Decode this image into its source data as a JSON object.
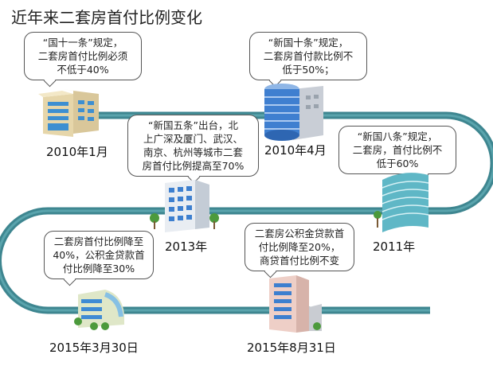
{
  "title": "近年来二套房首付比例变化",
  "events": [
    {
      "date": "2010年1月",
      "text": [
        "“国十一条”规定，",
        "二套房首付比例必须",
        "不低于40%"
      ]
    },
    {
      "date": "2010年4月",
      "text": [
        "“新国十条”规定，",
        "二套房首付款比例不",
        "低于50%；"
      ]
    },
    {
      "date": "2011年",
      "text": [
        "“新国八条”规定，",
        "二套房，首付比例不",
        "低于60%"
      ]
    },
    {
      "date": "2013年",
      "text": [
        "“新国五条”出台，北",
        "上广深及厦门、武汉、",
        "南京、杭州等城市二套",
        "房首付比例提高至70%"
      ]
    },
    {
      "date": "2015年3月30日",
      "text": [
        "二套房首付比例降至",
        "40%，公积金贷款首",
        "付比例降至30%"
      ]
    },
    {
      "date": "2015年8月31日",
      "text": [
        "二套房公积金贷款首",
        "付比例降至20%，",
        "商贷首付比例不变"
      ]
    }
  ],
  "colors": {
    "road": "#3e8690",
    "road_light": "#5aa4ad"
  }
}
